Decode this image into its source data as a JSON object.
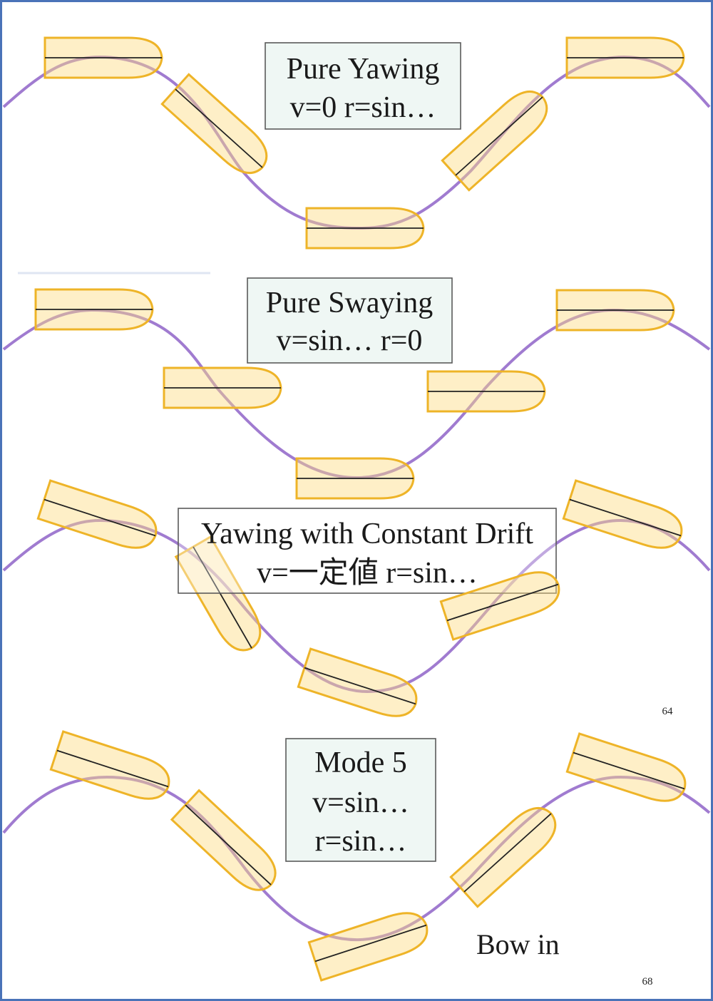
{
  "panels": [
    {
      "line1": "Pure Yawing",
      "line2": "v=0  r=sin…"
    },
    {
      "line1": "Pure Swaying",
      "line2": "v=sin…  r=0"
    },
    {
      "line1": "Yawing with Constant Drift",
      "line2": "v=一定値  r=sin…"
    },
    {
      "line1": "Mode 5",
      "line2": "v=sin…",
      "line3": "r=sin…"
    }
  ],
  "page_numbers": [
    "64",
    "68"
  ],
  "bow_label": "Bow in",
  "colors": {
    "trajectory": "#a07bd0",
    "hull_fill": "#fcdc82",
    "hull_outline": "#eeb428",
    "centerline": "#222222",
    "label_box": "#eff7f4",
    "border": "#4a73b8"
  }
}
